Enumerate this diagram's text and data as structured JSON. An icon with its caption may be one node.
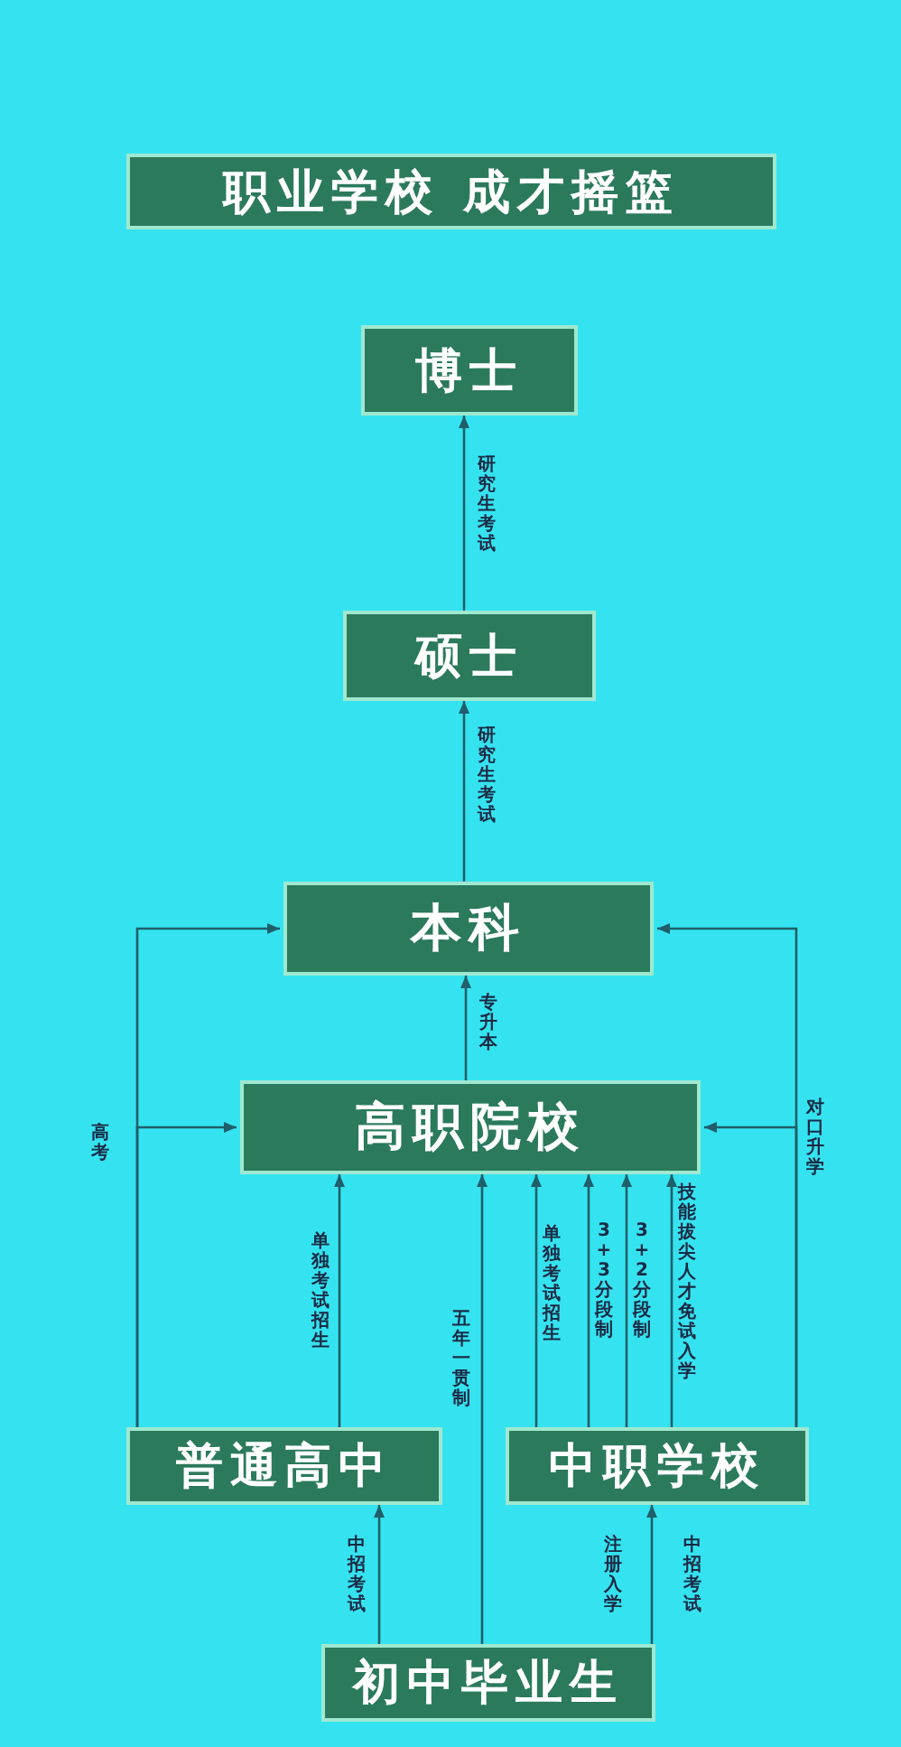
{
  "diagram": {
    "title": "职业学校 成才摇篮",
    "nodes": [
      {
        "text": [
          "博士"
        ]
      },
      {
        "text": [
          "硕士"
        ]
      },
      {
        "text": [
          "本科"
        ]
      },
      {
        "text": [
          "高职院校"
        ]
      },
      {
        "text": [
          "普通高中"
        ]
      },
      {
        "text": [
          "中职学校"
        ]
      },
      {
        "text": [
          "初中毕业生"
        ]
      }
    ],
    "edges": [
      {
        "from": 1,
        "to": 0,
        "arrow": "to",
        "label": "研究生考试"
      },
      {
        "from": 2,
        "to": 1,
        "arrow": "to",
        "label": "研究生考试"
      },
      {
        "from": 3,
        "to": 2,
        "arrow": "to",
        "label": "专升本"
      },
      {
        "from": 4,
        "to": 2,
        "arrow": "to",
        "label": "高考"
      },
      {
        "from": 4,
        "to": 3,
        "arrow": "to"
      },
      {
        "from": 4,
        "to": 3,
        "arrow": "to",
        "label": "单独考试招生"
      },
      {
        "from": 6,
        "to": 3,
        "arrow": "to",
        "label": "五年一贯制"
      },
      {
        "from": 5,
        "to": 3,
        "arrow": "to",
        "label": "单独考试招生"
      },
      {
        "from": 5,
        "to": 3,
        "arrow": "to",
        "label": "3+3分段制"
      },
      {
        "from": 5,
        "to": 3,
        "arrow": "to",
        "label": "3+2分段制"
      },
      {
        "from": 5,
        "to": 3,
        "arrow": "to",
        "label": "技能拔尖人才免试入学"
      },
      {
        "from": 5,
        "to": 2,
        "arrow": "to",
        "label": "对口升学"
      },
      {
        "from": 5,
        "to": 3,
        "arrow": "to"
      },
      {
        "from": 6,
        "to": 4,
        "arrow": "to",
        "label": "中招考试"
      },
      {
        "from": 6,
        "to": 5,
        "arrow": "to",
        "label": "注册入学"
      }
    ],
    "labels": [
      "中招考试"
    ]
  }
}
